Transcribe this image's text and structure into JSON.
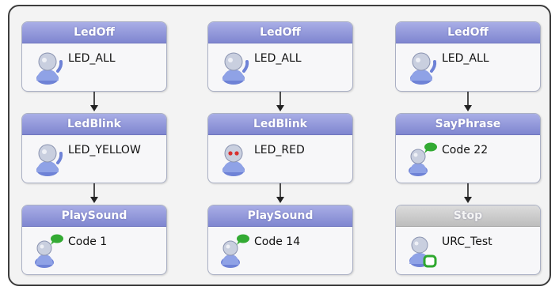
{
  "columns": [
    {
      "nodes": [
        {
          "title": "LedOff",
          "param": "LED_ALL",
          "icon": "robot-icon"
        },
        {
          "title": "LedBlink",
          "param": "LED_YELLOW",
          "icon": "robot-icon"
        },
        {
          "title": "PlaySound",
          "param": "Code 1",
          "icon": "speaking-robot-icon"
        }
      ]
    },
    {
      "nodes": [
        {
          "title": "LedOff",
          "param": "LED_ALL",
          "icon": "robot-icon"
        },
        {
          "title": "LedBlink",
          "param": "LED_RED",
          "icon": "red-eyed-robot-icon"
        },
        {
          "title": "PlaySound",
          "param": "Code 14",
          "icon": "speaking-robot-icon"
        }
      ]
    },
    {
      "nodes": [
        {
          "title": "LedOff",
          "param": "LED_ALL",
          "icon": "robot-icon"
        },
        {
          "title": "SayPhrase",
          "param": "Code 22",
          "icon": "speaking-robot-icon"
        },
        {
          "title": "Stop",
          "param": "URC_Test",
          "icon": "stop-robot-icon"
        }
      ]
    }
  ],
  "colors": {
    "header": "#8a90d6",
    "stop_header": "#c8c8c8",
    "speech_bubble": "#33aa33",
    "red_eyes": "#d83030"
  }
}
